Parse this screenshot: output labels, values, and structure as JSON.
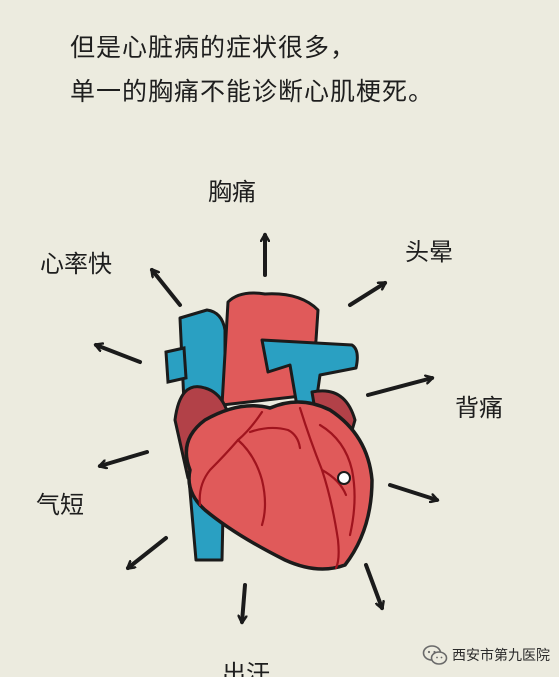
{
  "headline": {
    "line1": "但是心脏病的症状很多，",
    "line2": "单一的胸痛不能诊断心肌梗死。"
  },
  "symptoms": {
    "chest_pain": "胸痛",
    "dizziness": "头晕",
    "palpitations": "心率快",
    "back_pain": "背痛",
    "shortness_of_breath": "气短",
    "sweating": "出汗"
  },
  "watermark": {
    "icon": "wechat-icon",
    "text": "西安市第九医院"
  },
  "colors": {
    "background": "#ecebdf",
    "heart": "#e05a5a",
    "heart_dark": "#b24148",
    "vessel_blue": "#2aa0c2",
    "coronary": "#a0141e",
    "outline": "#1b1b1b"
  }
}
